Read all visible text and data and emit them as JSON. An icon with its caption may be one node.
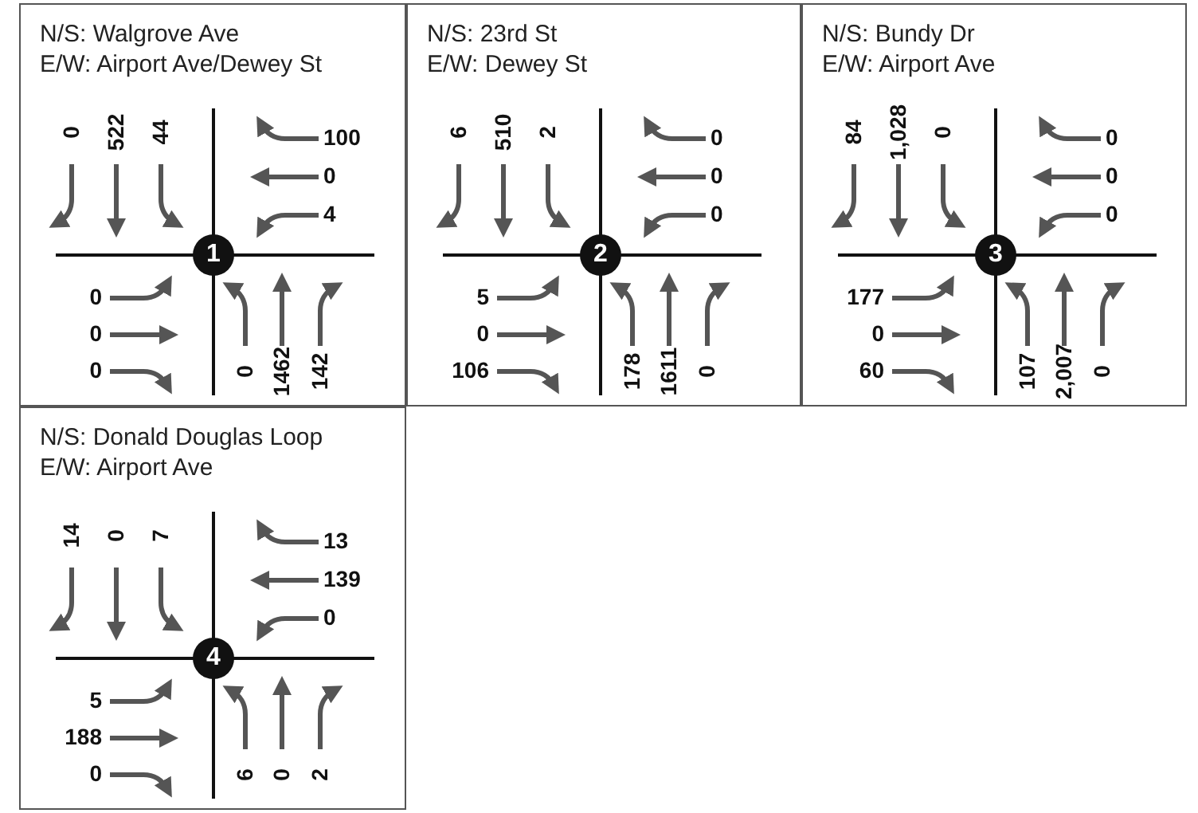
{
  "diagram": {
    "nodes": [
      {
        "text": [
          "N/S: Walgrove Ave",
          "E/W: Airport Ave/Dewey St"
        ]
      },
      {
        "text": [
          "1"
        ],
        "in": 0
      },
      {
        "text": [
          "N/S: 23rd St",
          "E/W: Dewey St"
        ]
      },
      {
        "text": [
          "2"
        ],
        "in": 2
      },
      {
        "text": [
          "N/S: Bundy Dr",
          "E/W: Airport Ave"
        ]
      },
      {
        "text": [
          "3"
        ],
        "in": 4
      },
      {
        "text": [
          "N/S: Donald Douglas Loop",
          "E/W: Airport Ave"
        ]
      },
      {
        "text": [
          "4"
        ],
        "in": 6
      }
    ],
    "edges": [],
    "labels": [
      "0",
      "522",
      "44",
      "100",
      "0",
      "4",
      "0",
      "0",
      "0",
      "0",
      "1462",
      "142",
      "6",
      "510",
      "2",
      "0",
      "0",
      "0",
      "5",
      "0",
      "106",
      "178",
      "1611",
      "0",
      "84",
      "1,028",
      "0",
      "0",
      "0",
      "0",
      "177",
      "0",
      "60",
      "107",
      "2,007",
      "0",
      "14",
      "0",
      "7",
      "13",
      "139",
      "0",
      "5",
      "188",
      "0",
      "6",
      "0",
      "2"
    ]
  }
}
